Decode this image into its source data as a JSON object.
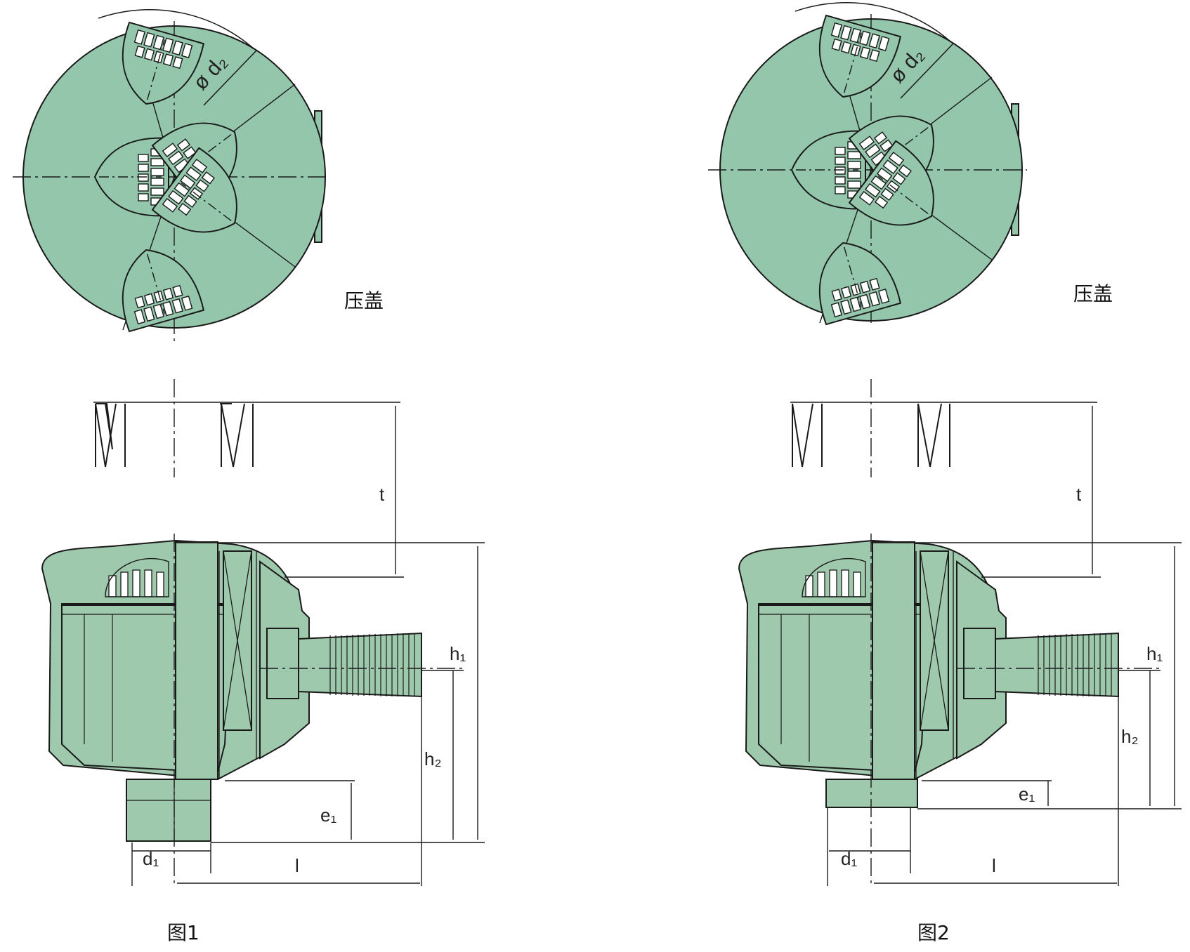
{
  "figures": [
    {
      "id": "fig1",
      "caption": "图1",
      "cover_label": "压盖",
      "dims": {
        "d2": "ø d₂",
        "t": "t",
        "h1": "h₁",
        "h2": "h₂",
        "e1": "e₁",
        "d1": "d₁",
        "l": "l"
      }
    },
    {
      "id": "fig2",
      "caption": "图2",
      "cover_label": "压盖",
      "dims": {
        "d2": "ø d₂",
        "t": "t",
        "h1": "h₁",
        "h2": "h₂",
        "e1": "e₁",
        "d1": "d₁",
        "l": "l"
      }
    }
  ],
  "colors": {
    "body_fill": "#93c6ab",
    "side_fill": "#9fc9ad",
    "outline": "#1a1a1a"
  }
}
